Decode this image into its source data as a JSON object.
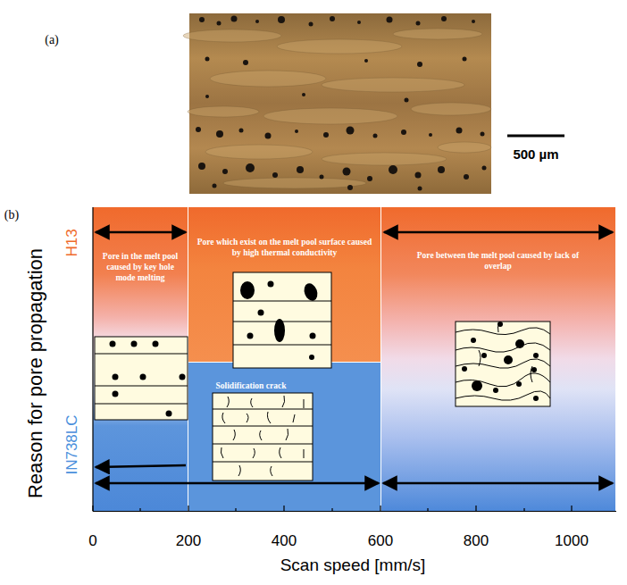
{
  "diagram": {
    "nodes": [
      {
        "text": [
          "Pore in the melt pool caused by key hole mode melting"
        ]
      },
      {
        "text": [
          "Pore which exist on the melt pool surface caused by high thermal conductivity"
        ]
      },
      {
        "text": [
          "Solidification crack"
        ]
      },
      {
        "text": [
          "Pore between the melt pool caused by lack of overlap"
        ]
      }
    ],
    "labels": [
      "(a)",
      "500 µm",
      "(b)",
      "Reason for pore propagation",
      "H13",
      "IN738LC",
      "0",
      "200",
      "400",
      "600",
      "800",
      "1000",
      "Scan speed [mm/s]"
    ]
  }
}
